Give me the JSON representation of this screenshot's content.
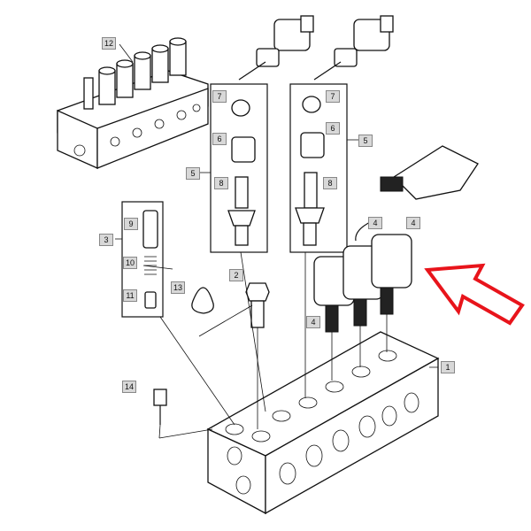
{
  "diagram": {
    "callouts": [
      {
        "id": "c12",
        "label": "12"
      },
      {
        "id": "c7a",
        "label": "7"
      },
      {
        "id": "c6a",
        "label": "6"
      },
      {
        "id": "c5a",
        "label": "5"
      },
      {
        "id": "c8a",
        "label": "8"
      },
      {
        "id": "c7b",
        "label": "7"
      },
      {
        "id": "c6b",
        "label": "6"
      },
      {
        "id": "c5b",
        "label": "5"
      },
      {
        "id": "c8b",
        "label": "8"
      },
      {
        "id": "c3",
        "label": "3"
      },
      {
        "id": "c9",
        "label": "9"
      },
      {
        "id": "c10",
        "label": "10"
      },
      {
        "id": "c11",
        "label": "11"
      },
      {
        "id": "c13",
        "label": "13"
      },
      {
        "id": "c2",
        "label": "2"
      },
      {
        "id": "c4a",
        "label": "4"
      },
      {
        "id": "c4b",
        "label": "4"
      },
      {
        "id": "c4c",
        "label": "4"
      },
      {
        "id": "c1",
        "label": "1"
      },
      {
        "id": "c14",
        "label": "14"
      }
    ],
    "arrow_color": "#e8141b"
  }
}
